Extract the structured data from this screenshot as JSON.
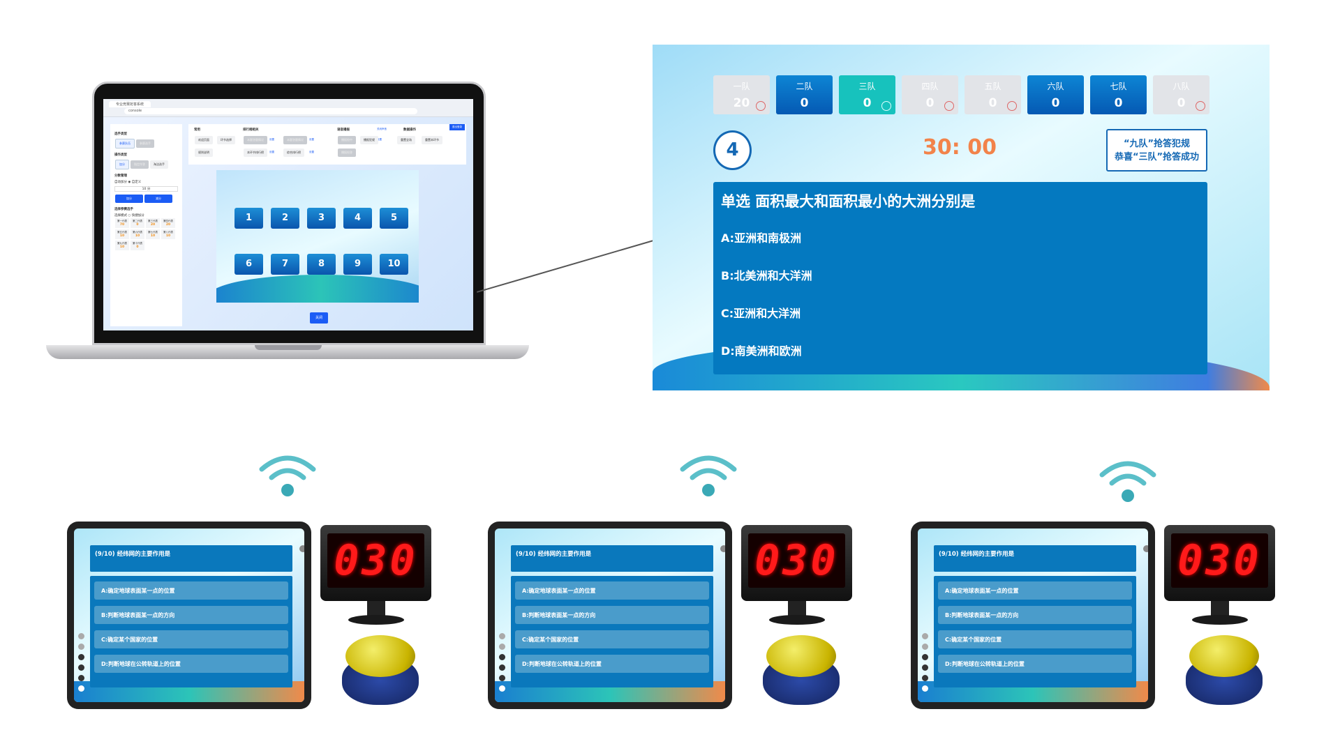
{
  "laptop": {
    "browser_tab": "专业竞赛抢答系统",
    "url": "console",
    "left_panel": {
      "player_type_label": "选手类型",
      "player_types": [
        "参赛队伍",
        "参赛选手"
      ],
      "op_type_label": "操作类型",
      "op_types": [
        "加分",
        "指定作答",
        "淘汰选手"
      ],
      "score_mgmt_label": "分数管理",
      "score_modes": [
        "自动加分",
        "自定义"
      ],
      "score_value": "10",
      "score_unit": "分",
      "add_label": "加分",
      "minus_label": "减分",
      "choose_label": "选择参赛选手",
      "choose_modes": [
        "选择模式",
        "快捷加分"
      ],
      "teams": [
        {
          "n": "第一代表",
          "s": "70"
        },
        {
          "n": "第二代表",
          "s": "0"
        },
        {
          "n": "第三代表",
          "s": "20"
        },
        {
          "n": "第四代表",
          "s": "20"
        },
        {
          "n": "第五代表",
          "s": "10"
        },
        {
          "n": "第六代表",
          "s": "10"
        },
        {
          "n": "第七代表",
          "s": "10"
        },
        {
          "n": "第八代表",
          "s": "10"
        },
        {
          "n": "第九代表",
          "s": "10"
        },
        {
          "n": "第十代表",
          "s": "0"
        }
      ]
    },
    "top_panel": {
      "groups": [
        "常用",
        "排行榜相关",
        "语音播报",
        "数据操作"
      ],
      "common": [
        "欢迎页面",
        "环节选择",
        "规则说明"
      ],
      "rank": [
        "本题答题情况",
        "本题答题情况",
        "本环节排行榜",
        "综合排行榜"
      ],
      "setting": "设置",
      "voice": [
        "播报抢中",
        "播报犯规",
        "播报抢答"
      ],
      "voice_link": "关闭声音",
      "data": [
        "重置全场",
        "重置本环节"
      ],
      "corner_btn": "退出登录"
    },
    "numbers": [
      "1",
      "2",
      "3",
      "4",
      "5",
      "6",
      "7",
      "8",
      "9",
      "10"
    ],
    "close_label": "关闭"
  },
  "projector": {
    "teams": [
      {
        "name": "一队",
        "score": "20",
        "state": "gray"
      },
      {
        "name": "二队",
        "score": "0",
        "state": "blue"
      },
      {
        "name": "三队",
        "score": "0",
        "state": "teal"
      },
      {
        "name": "四队",
        "score": "0",
        "state": "gray"
      },
      {
        "name": "五队",
        "score": "0",
        "state": "gray"
      },
      {
        "name": "六队",
        "score": "0",
        "state": "blue"
      },
      {
        "name": "七队",
        "score": "0",
        "state": "blue"
      },
      {
        "name": "八队",
        "score": "0",
        "state": "gray"
      }
    ],
    "question_number": "4",
    "timer": "30: 00",
    "notice": [
      "“九队”抢答犯规",
      "恭喜“三队”抢答成功"
    ],
    "question": "单选 面积最大和面积最小的大洲分别是",
    "options": [
      "A:亚洲和南极洲",
      "B:北美洲和大洋洲",
      "C:亚洲和大洋洲",
      "D:南美洲和欧洲"
    ]
  },
  "tablet": {
    "question": "(9/10)  经纬网的主要作用是",
    "options": [
      "A:确定地球表面某一点的位置",
      "B:判断地球表面某一点的方向",
      "C:确定某个国家的位置",
      "D:判断地球在公转轨道上的位置"
    ]
  },
  "led": {
    "value": "030"
  },
  "colors": {
    "blue": "#0479c0",
    "teal": "#17c2bd",
    "orange": "#f2834a",
    "led": "#ff1a1a"
  }
}
